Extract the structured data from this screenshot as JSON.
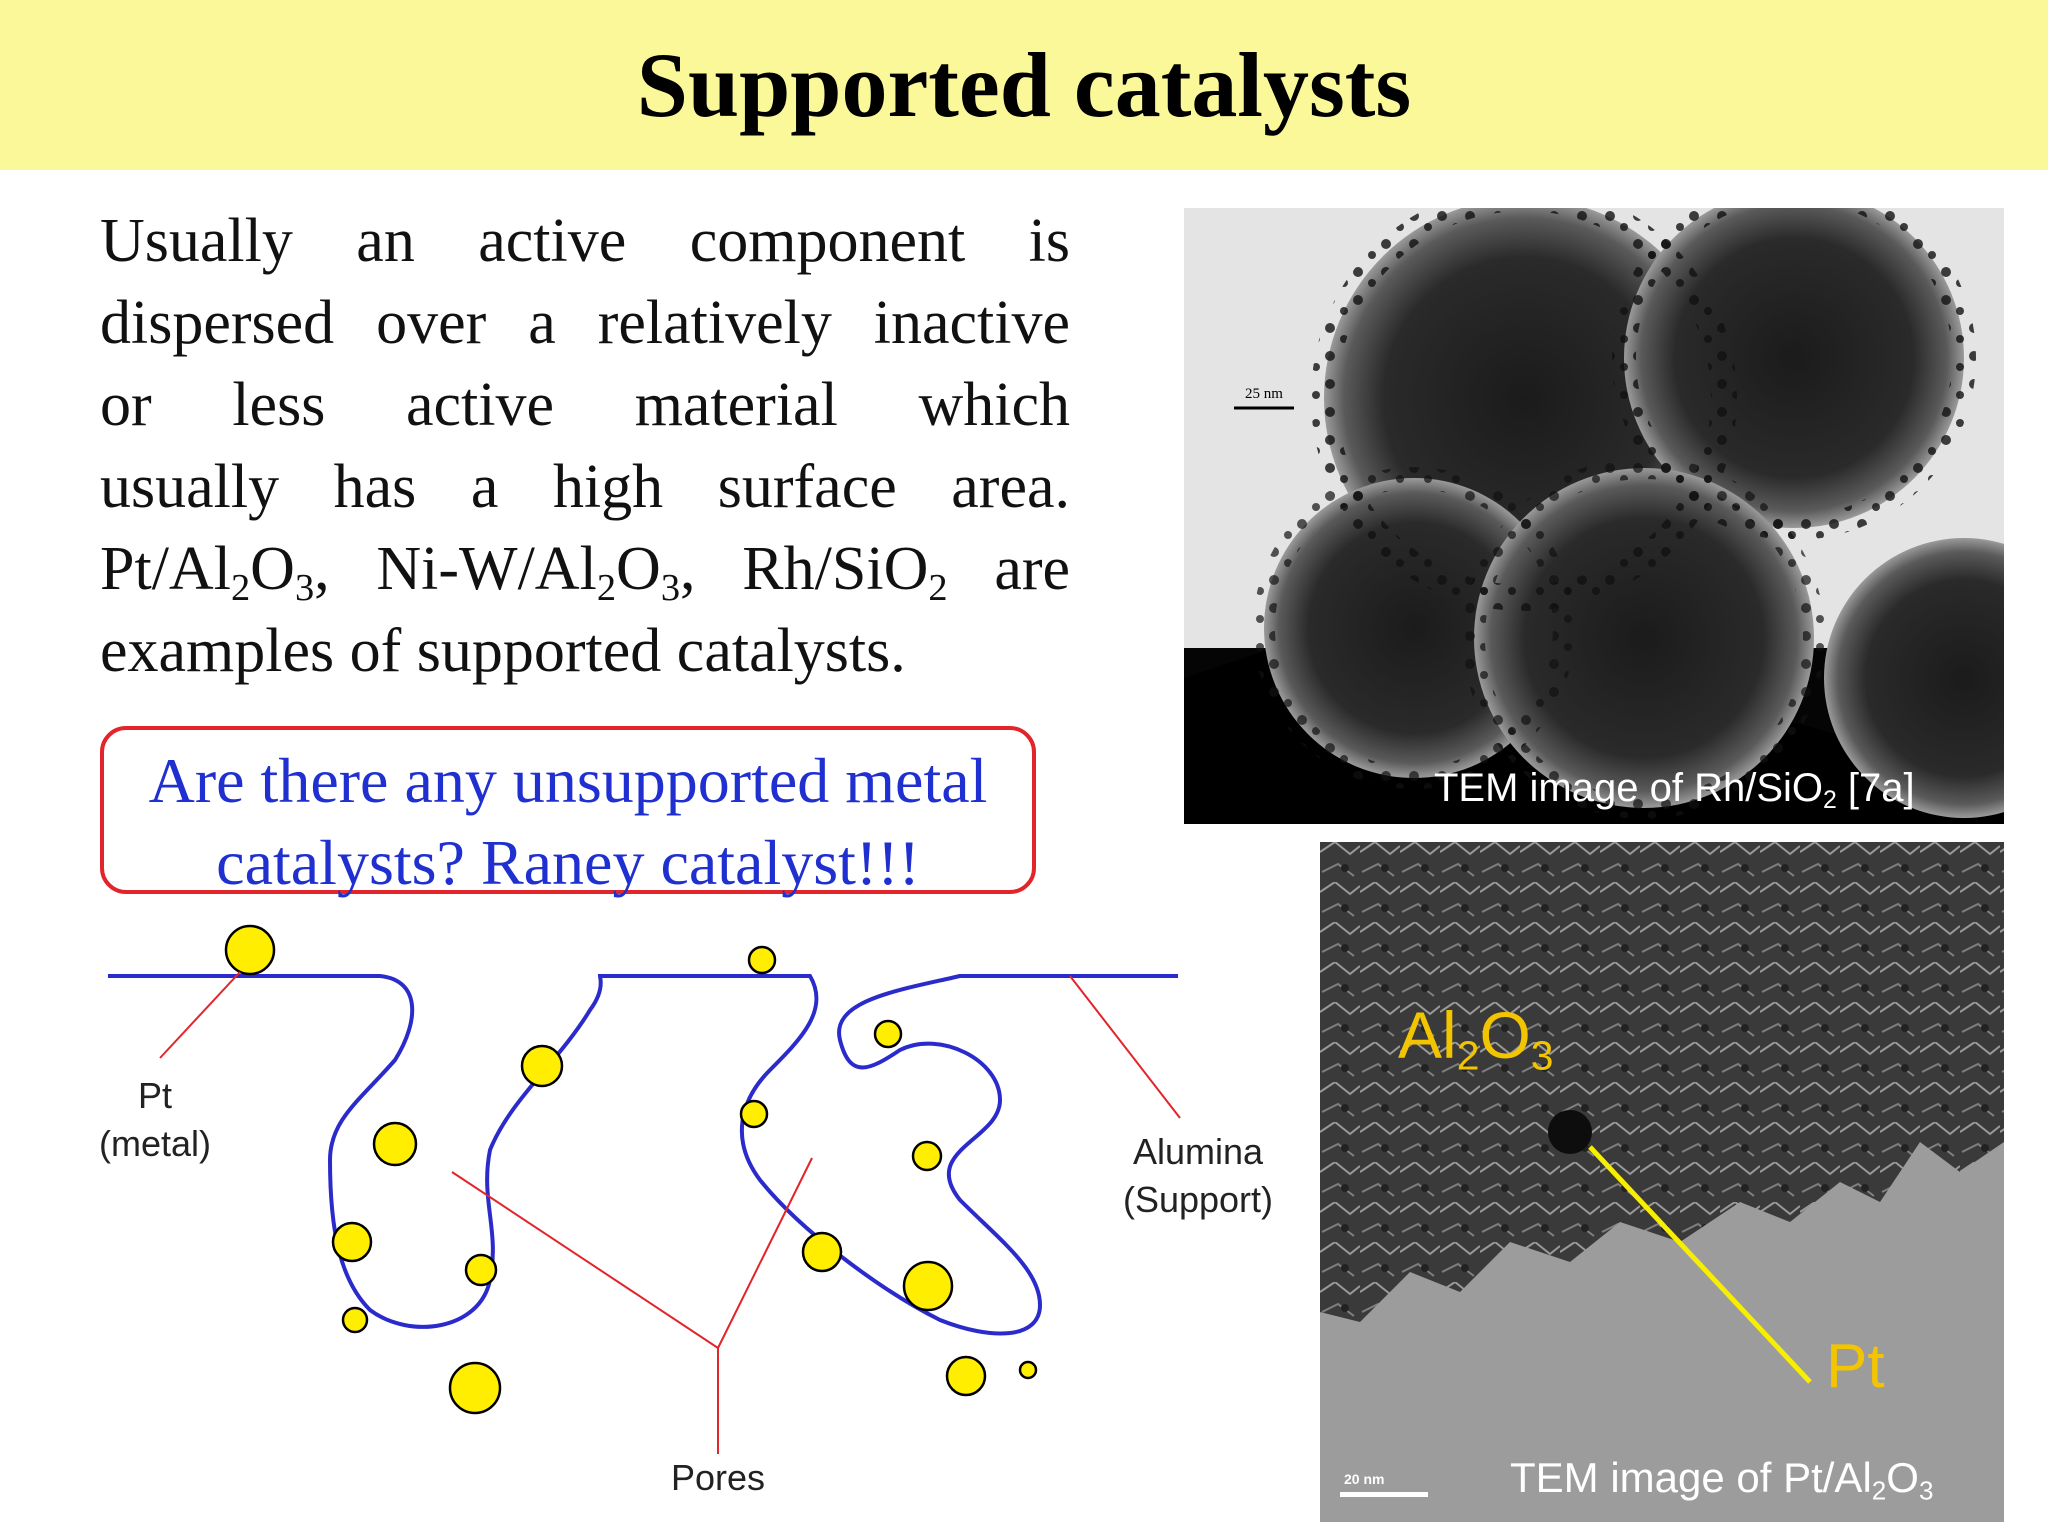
{
  "slide": {
    "title": "Supported catalysts"
  },
  "body": {
    "lines": [
      "Usually an active component is",
      "dispersed over a relatively inactive",
      "or less active material which",
      "usually has a high surface area."
    ],
    "formula_line": {
      "pt": "Pt/Al",
      "sub_a": "2",
      "o_a": "O",
      "sub_b": "3",
      "nw": ", Ni-W/Al",
      "sub_c": "2",
      "o_b": "O",
      "sub_d": "3",
      "rh": ", Rh/SiO",
      "sub_e": "2",
      "are": " are"
    },
    "last_line": "examples of supported catalysts."
  },
  "question": {
    "line1": "Are there any unsupported metal",
    "line2": "catalysts? Raney catalyst!!!"
  },
  "tem_rh": {
    "scale_label": "25 nm",
    "caption_prefix": "TEM image of Rh/SiO",
    "caption_sub": "2",
    "caption_suffix": " [7a]"
  },
  "tem_pt": {
    "al_label": "Al",
    "al_sub": "2",
    "o_label": "O",
    "o_sub": "3",
    "pt_label": "Pt",
    "scale_label": "20 nm",
    "caption_prefix": "TEM image of Pt/Al",
    "caption_sub_a": "2",
    "caption_o": "O",
    "caption_sub_b": "3"
  },
  "diagram": {
    "pt_label_1": "Pt",
    "pt_label_2": "(metal)",
    "alumina_label_1": "Alumina",
    "alumina_label_2": "(Support)",
    "pores_label": "Pores"
  },
  "colors": {
    "title_bar": "#fbf899",
    "question_border": "#e2242b",
    "question_text": "#1f2fd0",
    "support_line": "#2b2bcc",
    "particle_fill": "#ffee00",
    "pointer_line": "#e2242b",
    "overlay_yellow": "#f2c500"
  }
}
